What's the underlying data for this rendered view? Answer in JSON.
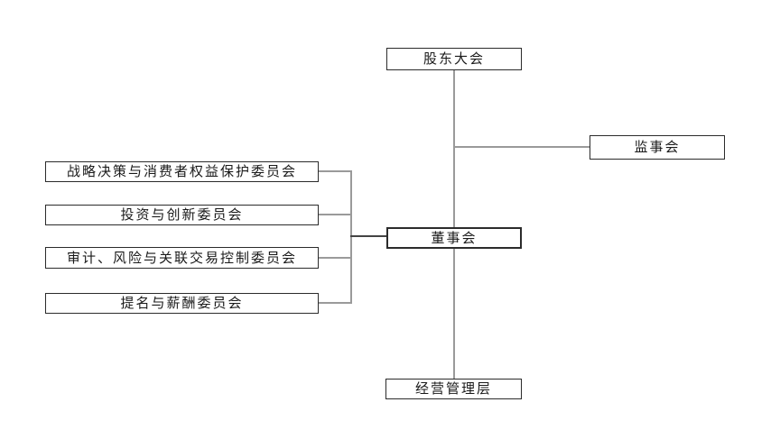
{
  "diagram": {
    "type": "org-chart",
    "nodes": {
      "shareholders": {
        "label": "股东大会"
      },
      "supervisors": {
        "label": "监事会"
      },
      "board": {
        "label": "董事会"
      },
      "management": {
        "label": "经营管理层"
      }
    },
    "committees": [
      {
        "label": "战略决策与消费者权益保护委员会"
      },
      {
        "label": "投资与创新委员会"
      },
      {
        "label": "审计、风险与关联交易控制委员会"
      },
      {
        "label": "提名与薪酬委员会"
      }
    ],
    "edges": [
      {
        "from": "shareholders",
        "to": "board"
      },
      {
        "from": "shareholders",
        "to": "supervisors"
      },
      {
        "from": "board",
        "to": "management"
      },
      {
        "from": "board",
        "to": "committee-strategy-consumer"
      },
      {
        "from": "board",
        "to": "committee-investment-innovation"
      },
      {
        "from": "board",
        "to": "committee-audit-risk"
      },
      {
        "from": "board",
        "to": "committee-nomination-remuneration"
      }
    ],
    "colors": {
      "background": "#ffffff",
      "box_border": "#2b2b2b",
      "line": "#9a9a9a",
      "line_dark": "#444444",
      "text": "#1a1a1a"
    }
  }
}
